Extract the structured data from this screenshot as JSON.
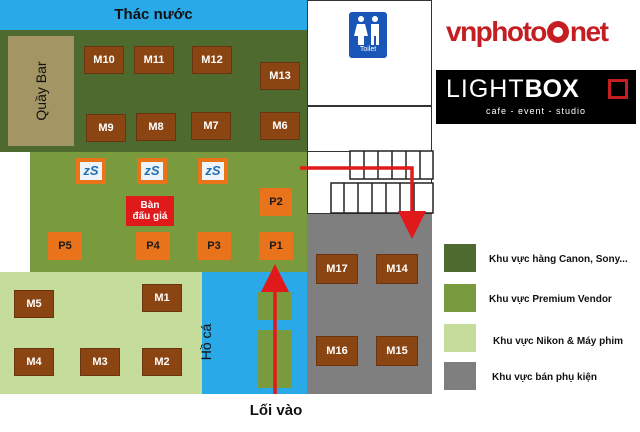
{
  "map": {
    "waterfall_label": "Thác nước",
    "bar_label": "Quầy Bar",
    "fish_pond_label": "Hồ cá",
    "entrance_label": "Lối vào",
    "auction_table_label": "Bàn đấu giá",
    "toilet_label": "Toilet",
    "zs_label": "zS"
  },
  "booths": {
    "m1": "M1",
    "m2": "M2",
    "m3": "M3",
    "m4": "M4",
    "m5": "M5",
    "m6": "M6",
    "m7": "M7",
    "m8": "M8",
    "m9": "M9",
    "m10": "M10",
    "m11": "M11",
    "m12": "M12",
    "m13": "M13",
    "m14": "M14",
    "m15": "M15",
    "m16": "M16",
    "m17": "M17",
    "p1": "P1",
    "p2": "P2",
    "p3": "P3",
    "p4": "P4",
    "p5": "P5"
  },
  "logos": {
    "vnphoto_left": "vnphoto",
    "vnphoto_right": "net",
    "lightbox_main_light": "LIGHT",
    "lightbox_main_bold": "BOX",
    "lightbox_sub": "cafe - event - studio"
  },
  "legend": [
    {
      "label": "Khu vực hàng Canon, Sony...",
      "color": "#4e6a2e"
    },
    {
      "label": "Khu vực Premium Vendor",
      "color": "#7a9a3e"
    },
    {
      "label": "Khu vực Nikon & Máy phim",
      "color": "#c6dc9a"
    },
    {
      "label": "Khu vực bán phụ kiện",
      "color": "#7f7f7f"
    }
  ],
  "colors": {
    "dark_green": "#4e6a2e",
    "mid_green": "#7a9a3e",
    "light_green": "#c6dc9a",
    "gray": "#7f7f7f",
    "water": "#2aa9e8",
    "booth": "#8b4513",
    "premium_booth": "#e8731a",
    "arrow": "#e0191b"
  }
}
